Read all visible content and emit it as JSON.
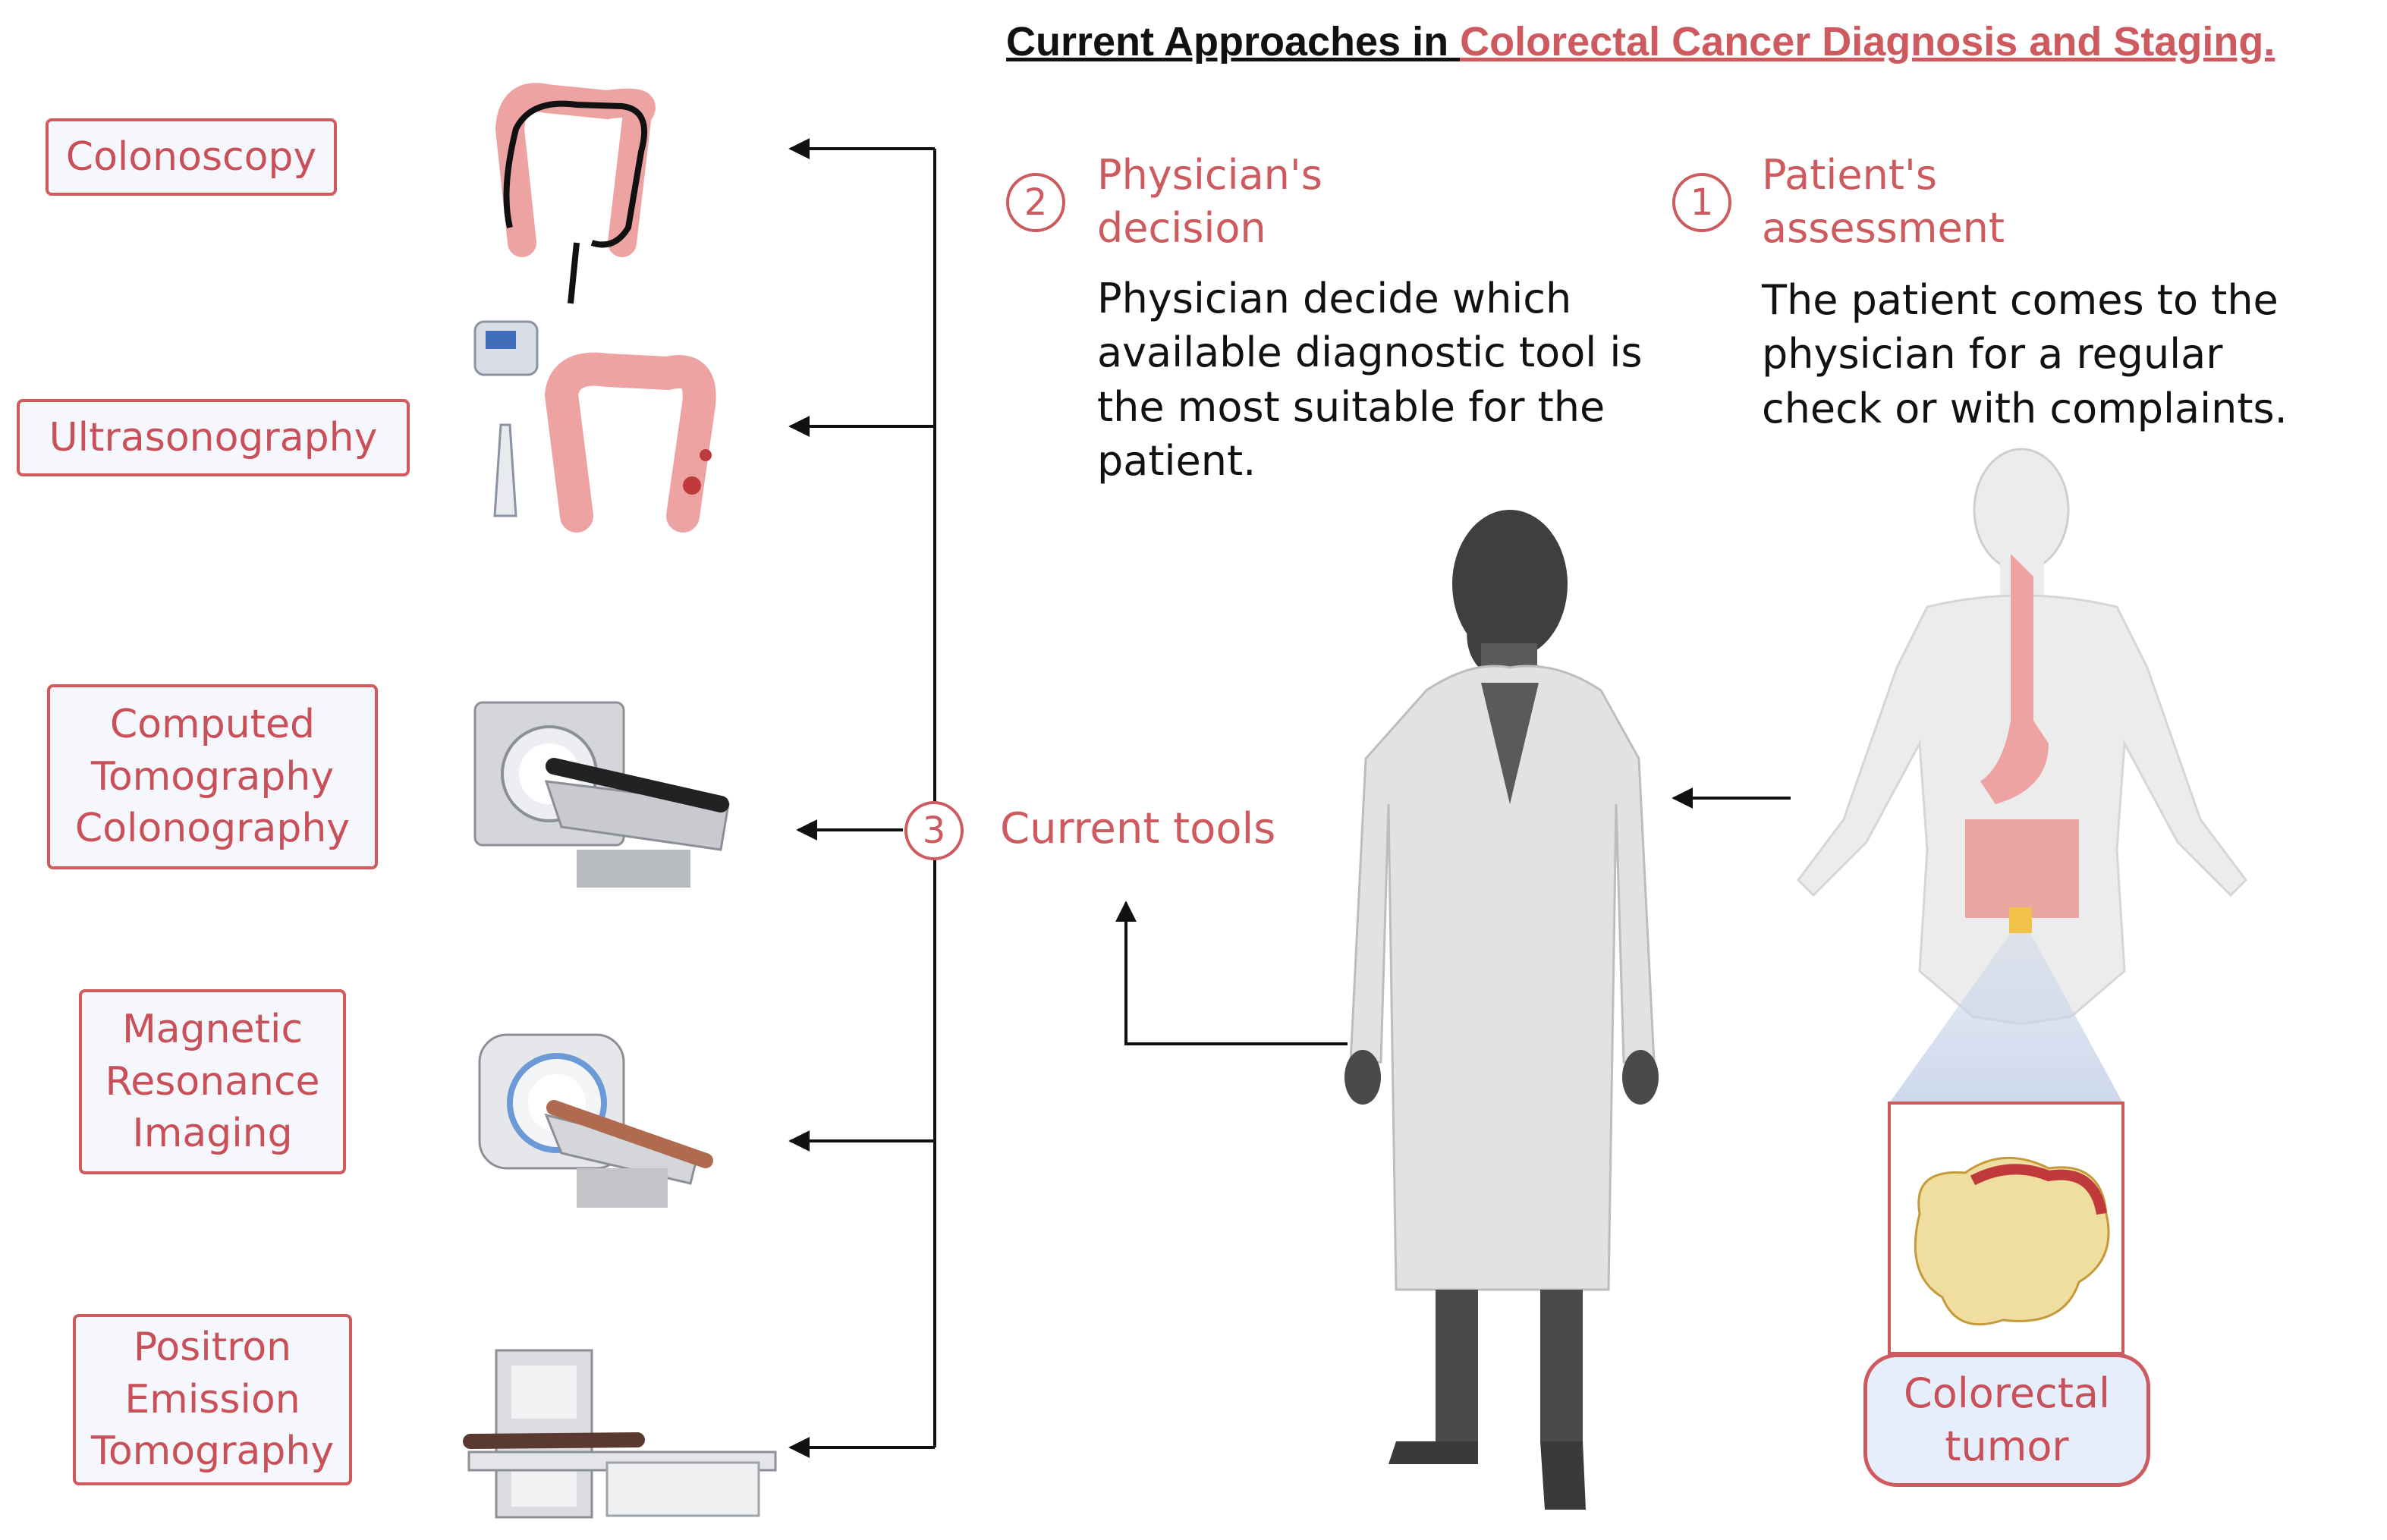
{
  "title": {
    "part1": "Current Approaches in ",
    "part2": "Colorectal Cancer Diagnosis and Staging."
  },
  "steps": {
    "patient": {
      "number": "1",
      "title": "Patient's\nassessment",
      "description": "The patient comes to the\nphysician for a regular\ncheck or with complaints."
    },
    "physician": {
      "number": "2",
      "title": "Physician's\ndecision",
      "description": "Physician decide which\navailable diagnostic tool is\nthe most suitable for the\npatient."
    },
    "tools": {
      "number": "3",
      "title": "Current tools"
    }
  },
  "tools": [
    {
      "label": "Colonoscopy"
    },
    {
      "label": "Ultrasonography"
    },
    {
      "label": "Computed\nTomography\nColonography"
    },
    {
      "label": "Magnetic\nResonance\nImaging"
    },
    {
      "label": "Positron\nEmission\nTomography"
    }
  ],
  "tumor": {
    "label": "Colorectal\ntumor"
  },
  "colors": {
    "accent": "#cd5a5e",
    "box_fill": "#f5f7fd",
    "tumor_fill": "#e6eefb",
    "doctor_coat": "#e2e2e2",
    "doctor_dark": "#4a4a4a",
    "body_fill": "#ececec",
    "intestine": "#eea3a3",
    "tumor_yellow": "#f0dda0"
  }
}
